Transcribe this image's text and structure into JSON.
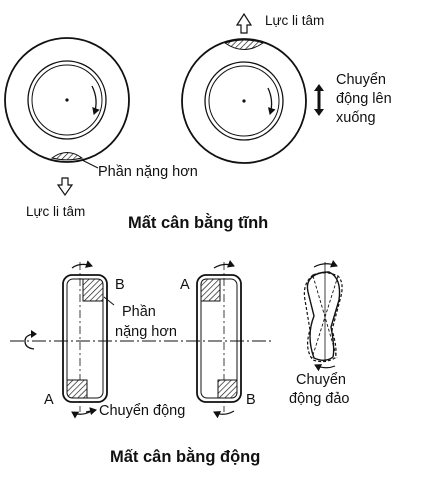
{
  "static": {
    "label_force_top": "Lực li tâm",
    "label_force_bottom": "Lực li tâm",
    "label_heavier": "Phần nặng hơn",
    "label_motion_line1": "Chuyển",
    "label_motion_line2": "động lên",
    "label_motion_line3": "xuống",
    "title": "Mất cân bằng tĩnh"
  },
  "dynamic": {
    "label_B_left": "B",
    "label_A_left": "A",
    "label_A_right": "A",
    "label_B_right": "B",
    "label_heavier_line1": "Phần",
    "label_heavier_line2": "nặng hơn",
    "label_motion": "Chuyển động",
    "label_wobble_line1": "Chuyển",
    "label_wobble_line2": "động đảo",
    "title": "Mất cân bằng động"
  }
}
